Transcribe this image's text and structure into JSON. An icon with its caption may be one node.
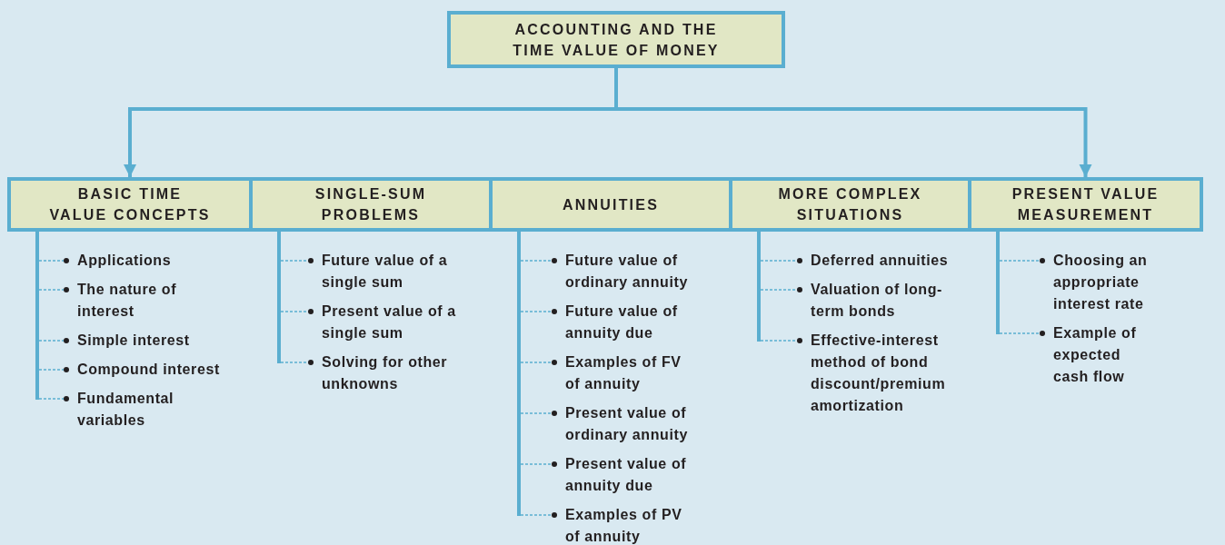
{
  "diagram": {
    "nodes": [
      {
        "text": [
          "ACCOUNTING AND THE TIME VALUE OF MONEY"
        ]
      },
      {
        "text": [
          "BASIC TIME VALUE CONCEPTS"
        ]
      },
      {
        "text": [
          "SINGLE-SUM PROBLEMS"
        ]
      },
      {
        "text": [
          "ANNUITIES"
        ]
      },
      {
        "text": [
          "MORE COMPLEX SITUATIONS"
        ]
      },
      {
        "text": [
          "PRESENT VALUE MEASUREMENT"
        ]
      },
      {
        "text": [
          "Applications"
        ]
      },
      {
        "text": [
          "The nature of interest"
        ]
      },
      {
        "text": [
          "Simple interest"
        ]
      },
      {
        "text": [
          "Compound interest"
        ]
      },
      {
        "text": [
          "Fundamental variables"
        ]
      },
      {
        "text": [
          "Future value of a single sum"
        ]
      },
      {
        "text": [
          "Present value of a single sum"
        ]
      },
      {
        "text": [
          "Solving for other unknowns"
        ]
      },
      {
        "text": [
          "Future value of ordinary annuity"
        ]
      },
      {
        "text": [
          "Future value of annuity due"
        ]
      },
      {
        "text": [
          "Examples of FV of annuity"
        ]
      },
      {
        "text": [
          "Present value of ordinary annuity"
        ]
      },
      {
        "text": [
          "Present value of annuity due"
        ]
      },
      {
        "text": [
          "Examples of PV of annuity"
        ]
      },
      {
        "text": [
          "Deferred annuities"
        ]
      },
      {
        "text": [
          "Valuation of long-term bonds"
        ]
      },
      {
        "text": [
          "Effective-interest method of bond discount/premium amortization"
        ]
      },
      {
        "text": [
          "Choosing an appropriate interest rate"
        ]
      },
      {
        "text": [
          "Example of expected cash flow"
        ]
      }
    ],
    "edges": [
      {
        "from": 0,
        "to": 1,
        "arrow": "to",
        "style": "thick"
      },
      {
        "from": 0,
        "to": 5,
        "arrow": "to",
        "style": "thick"
      },
      {
        "from": 1,
        "to": 6,
        "arrow": "none",
        "style": "dashed"
      },
      {
        "from": 1,
        "to": 7,
        "arrow": "none",
        "style": "dashed"
      },
      {
        "from": 1,
        "to": 8,
        "arrow": "none",
        "style": "dashed"
      },
      {
        "from": 1,
        "to": 9,
        "arrow": "none",
        "style": "dashed"
      },
      {
        "from": 1,
        "to": 10,
        "arrow": "none",
        "style": "dashed"
      },
      {
        "from": 2,
        "to": 11,
        "arrow": "none",
        "style": "dashed"
      },
      {
        "from": 2,
        "to": 12,
        "arrow": "none",
        "style": "dashed"
      },
      {
        "from": 2,
        "to": 13,
        "arrow": "none",
        "style": "dashed"
      },
      {
        "from": 3,
        "to": 14,
        "arrow": "none",
        "style": "dashed"
      },
      {
        "from": 3,
        "to": 15,
        "arrow": "none",
        "style": "dashed"
      },
      {
        "from": 3,
        "to": 16,
        "arrow": "none",
        "style": "dashed"
      },
      {
        "from": 3,
        "to": 17,
        "arrow": "none",
        "style": "dashed"
      },
      {
        "from": 3,
        "to": 18,
        "arrow": "none",
        "style": "dashed"
      },
      {
        "from": 3,
        "to": 19,
        "arrow": "none",
        "style": "dashed"
      },
      {
        "from": 4,
        "to": 20,
        "arrow": "none",
        "style": "dashed"
      },
      {
        "from": 4,
        "to": 21,
        "arrow": "none",
        "style": "dashed"
      },
      {
        "from": 4,
        "to": 22,
        "arrow": "none",
        "style": "dashed"
      },
      {
        "from": 5,
        "to": 23,
        "arrow": "none",
        "style": "dashed"
      },
      {
        "from": 5,
        "to": 24,
        "arrow": "none",
        "style": "dashed"
      }
    ]
  }
}
